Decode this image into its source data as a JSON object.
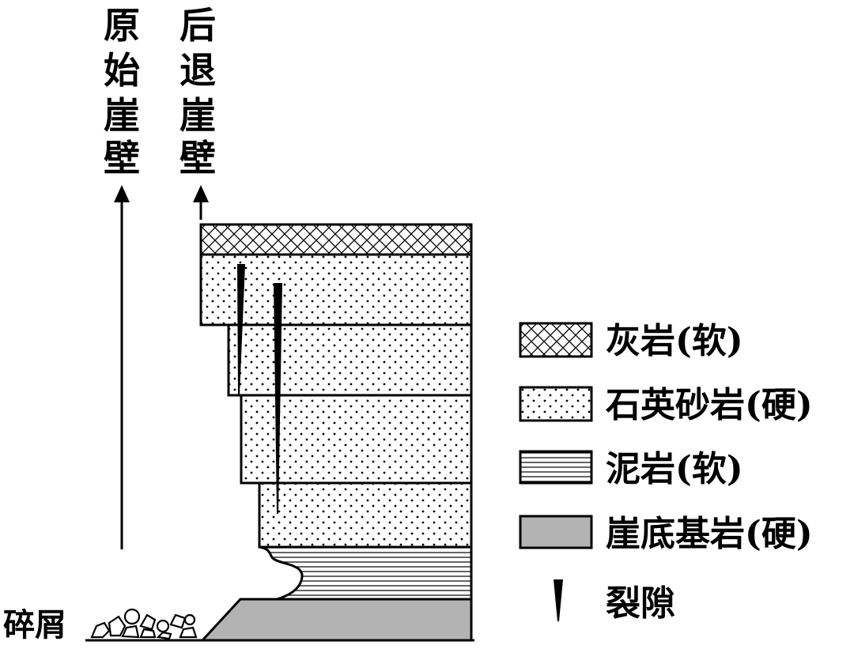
{
  "labels": {
    "original_cliff": [
      "原",
      "始",
      "崖",
      "壁"
    ],
    "retreated_cliff": [
      "后",
      "退",
      "崖",
      "壁"
    ],
    "debris": "碎屑"
  },
  "legend": [
    {
      "key": "limestone",
      "label": "灰岩(软)",
      "pattern": "crosshatch"
    },
    {
      "key": "quartz_sandstone",
      "label": "石英砂岩(硬)",
      "pattern": "dots"
    },
    {
      "key": "mudstone",
      "label": "泥岩(软)",
      "pattern": "horizontal-lines"
    },
    {
      "key": "bedrock",
      "label": "崖底基岩(硬)",
      "pattern": "gray-fill",
      "color": "#b3b3b3"
    },
    {
      "key": "fissure",
      "label": "裂隙",
      "pattern": "wedge"
    }
  ],
  "colors": {
    "line": "#000000",
    "bedrock": "#b3b3b3",
    "background": "#ffffff"
  }
}
